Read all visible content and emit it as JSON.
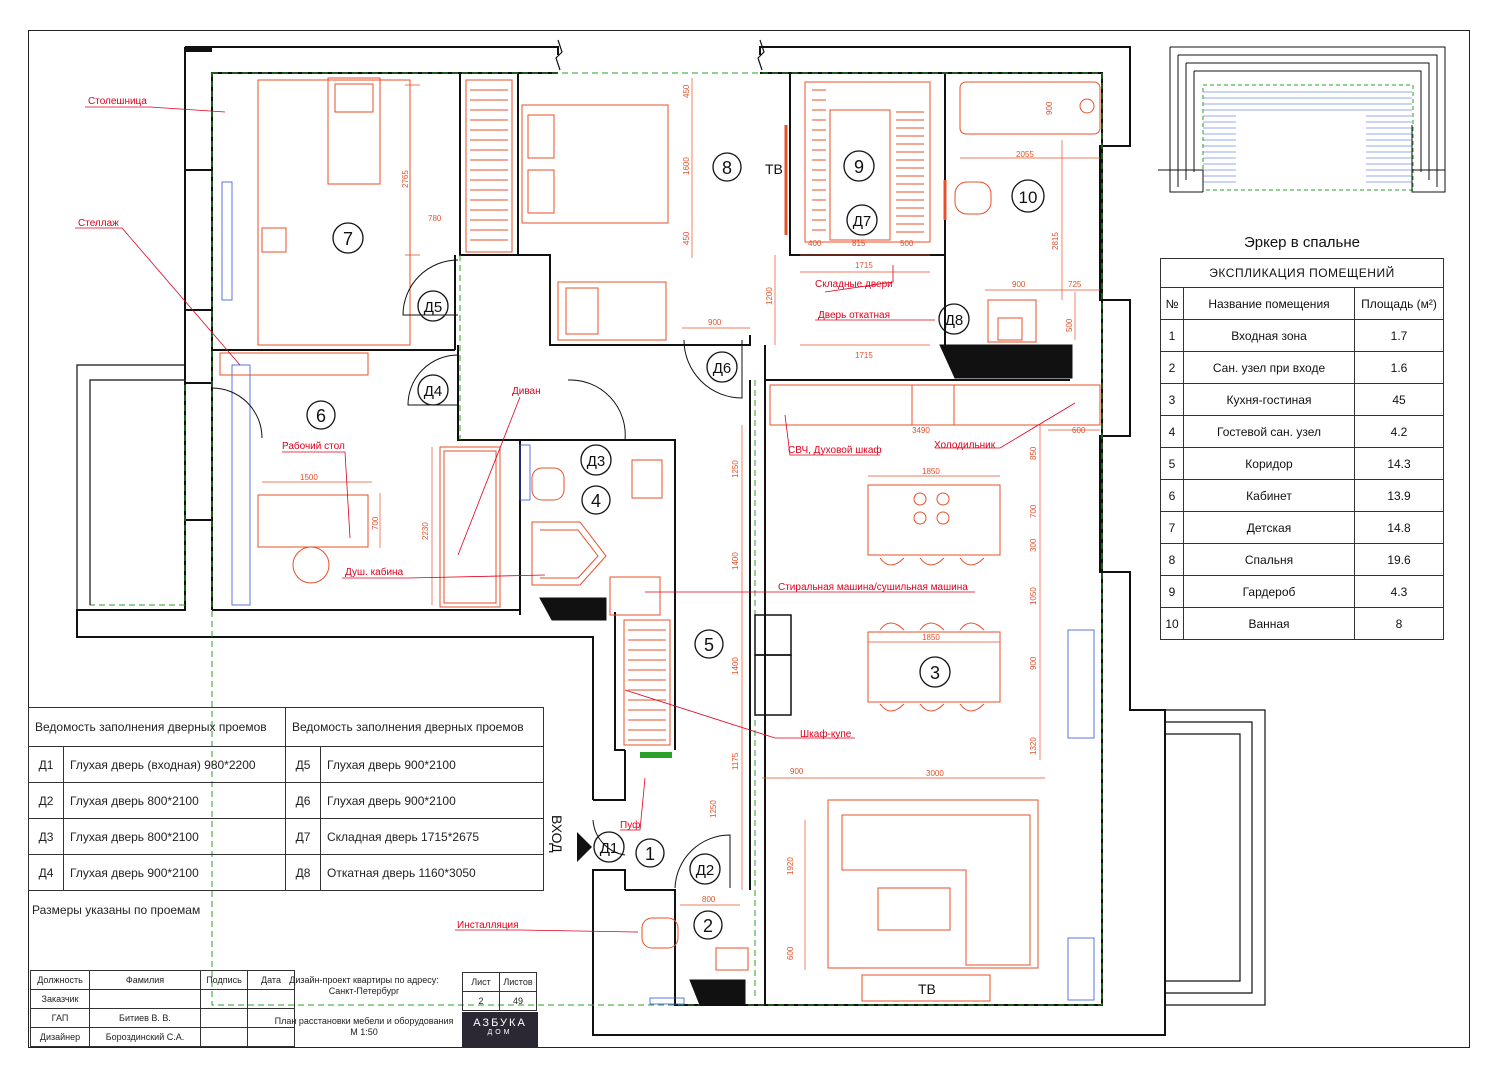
{
  "labels": {
    "countertop": "Столешница",
    "shelving": "Стеллаж",
    "sofa": "Диван",
    "desk": "Рабочий стол",
    "shower": "Душ. кабина",
    "folding_doors": "Складные двери",
    "sliding_door": "Дверь откатная",
    "microwave_oven": "СВЧ, Духовой шкаф",
    "fridge": "Холодильник",
    "washer_dryer": "Стиральная машина/сушильная машина",
    "wardrobe": "Шкаф-купе",
    "pouf": "Пуф",
    "installation": "Инсталляция",
    "entrance": "ВХОД",
    "tv": "ТВ",
    "bay_title": "Эркер в спальне"
  },
  "room_numbers": [
    "1",
    "2",
    "3",
    "4",
    "5",
    "6",
    "7",
    "8",
    "9",
    "10"
  ],
  "door_tags": [
    "Д1",
    "Д2",
    "Д3",
    "Д4",
    "Д5",
    "Д6",
    "Д7",
    "Д8"
  ],
  "dimensions": [
    "2765",
    "780",
    "450",
    "1600",
    "450",
    "400",
    "815",
    "500",
    "1715",
    "900",
    "1200",
    "1715",
    "900",
    "725",
    "500",
    "2055",
    "2815",
    "900",
    "1500",
    "700",
    "2230",
    "1850",
    "700",
    "300",
    "1050",
    "1850",
    "900",
    "1320",
    "1250",
    "1400",
    "1400",
    "1175",
    "1250",
    "3000",
    "900",
    "1920",
    "600",
    "800",
    "3490",
    "600",
    "850"
  ],
  "explication": {
    "caption": "ЭКСПЛИКАЦИЯ ПОМЕЩЕНИЙ",
    "headers": [
      "№",
      "Название помещения",
      "Площадь (м²)"
    ],
    "rows": [
      [
        "1",
        "Входная зона",
        "1.7"
      ],
      [
        "2",
        "Сан. узел при входе",
        "1.6"
      ],
      [
        "3",
        "Кухня-гостиная",
        "45"
      ],
      [
        "4",
        "Гостевой сан. узел",
        "4.2"
      ],
      [
        "5",
        "Коридор",
        "14.3"
      ],
      [
        "6",
        "Кабинет",
        "13.9"
      ],
      [
        "7",
        "Детская",
        "14.8"
      ],
      [
        "8",
        "Спальня",
        "19.6"
      ],
      [
        "9",
        "Гардероб",
        "4.3"
      ],
      [
        "10",
        "Ванная",
        "8"
      ]
    ]
  },
  "doors": {
    "header": "Ведомость заполнения дверных проемов",
    "left": [
      [
        "Д1",
        "Глухая дверь (входная) 980*2200"
      ],
      [
        "Д2",
        "Глухая дверь 800*2100"
      ],
      [
        "Д3",
        "Глухая дверь 800*2100"
      ],
      [
        "Д4",
        "Глухая дверь 900*2100"
      ]
    ],
    "right": [
      [
        "Д5",
        "Глухая дверь 900*2100"
      ],
      [
        "Д6",
        "Глухая дверь 900*2100"
      ],
      [
        "Д7",
        "Складная дверь 1715*2675"
      ],
      [
        "Д8",
        "Откатная дверь 1160*3050"
      ]
    ],
    "note": "Размеры указаны по проемам"
  },
  "title_block": {
    "cols": [
      "Должность",
      "Фамилия",
      "Подпись",
      "Дата"
    ],
    "rows": [
      [
        "Заказчик",
        "",
        "",
        ""
      ],
      [
        "ГАП",
        "Битиев В. В.",
        "",
        ""
      ],
      [
        "Дизайнер",
        "Бороздинский С.А.",
        "",
        ""
      ]
    ],
    "project_1": "Дизайн-проект квартиры по адресу:",
    "project_2": "Санкт-Петербург",
    "plan_1": "План расстановки мебели и оборудования",
    "plan_2": "М 1:50",
    "sheet_label": "Лист",
    "sheets_label": "Листов",
    "sheet": "2",
    "sheets": "49",
    "logo_1": "АЗБУКА",
    "logo_2": "ДОМ"
  },
  "colors": {
    "wall": "#111111",
    "furniture": "#e8502a",
    "annotation": "#e0001b",
    "dims": "#e8502a",
    "axis": "#2aa12a",
    "glass": "#3355dd"
  }
}
